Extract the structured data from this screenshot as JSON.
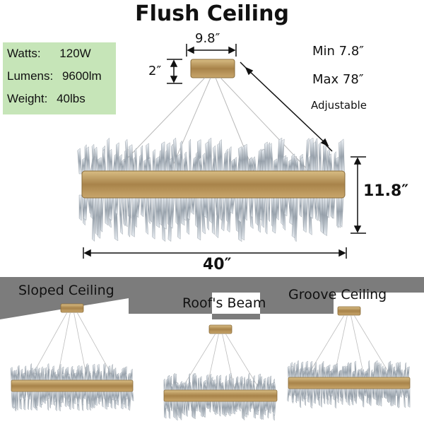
{
  "title": "Flush Ceiling",
  "specs": [
    {
      "label": "Watts:",
      "value": "120W"
    },
    {
      "label": "Lumens:",
      "value": "9600lm"
    },
    {
      "label": "Weight:",
      "value": "40lbs"
    }
  ],
  "dimensions": {
    "canopy_width": "9.8″",
    "canopy_height": "2″",
    "drop_min": "Min 7.8″",
    "drop_max": "Max 78″",
    "drop_note": "Adjustable",
    "fixture_height": "11.8″",
    "fixture_width": "40″"
  },
  "scenes": [
    {
      "label": "Sloped Ceiling"
    },
    {
      "label": "Roof's Beam"
    },
    {
      "label": "Groove Ceiling"
    }
  ],
  "colors": {
    "spec_bg": "#c6e5b8",
    "gold": "#b8955a",
    "ceiling": "#7a7a7a",
    "crystal": "#cfd6dd"
  }
}
